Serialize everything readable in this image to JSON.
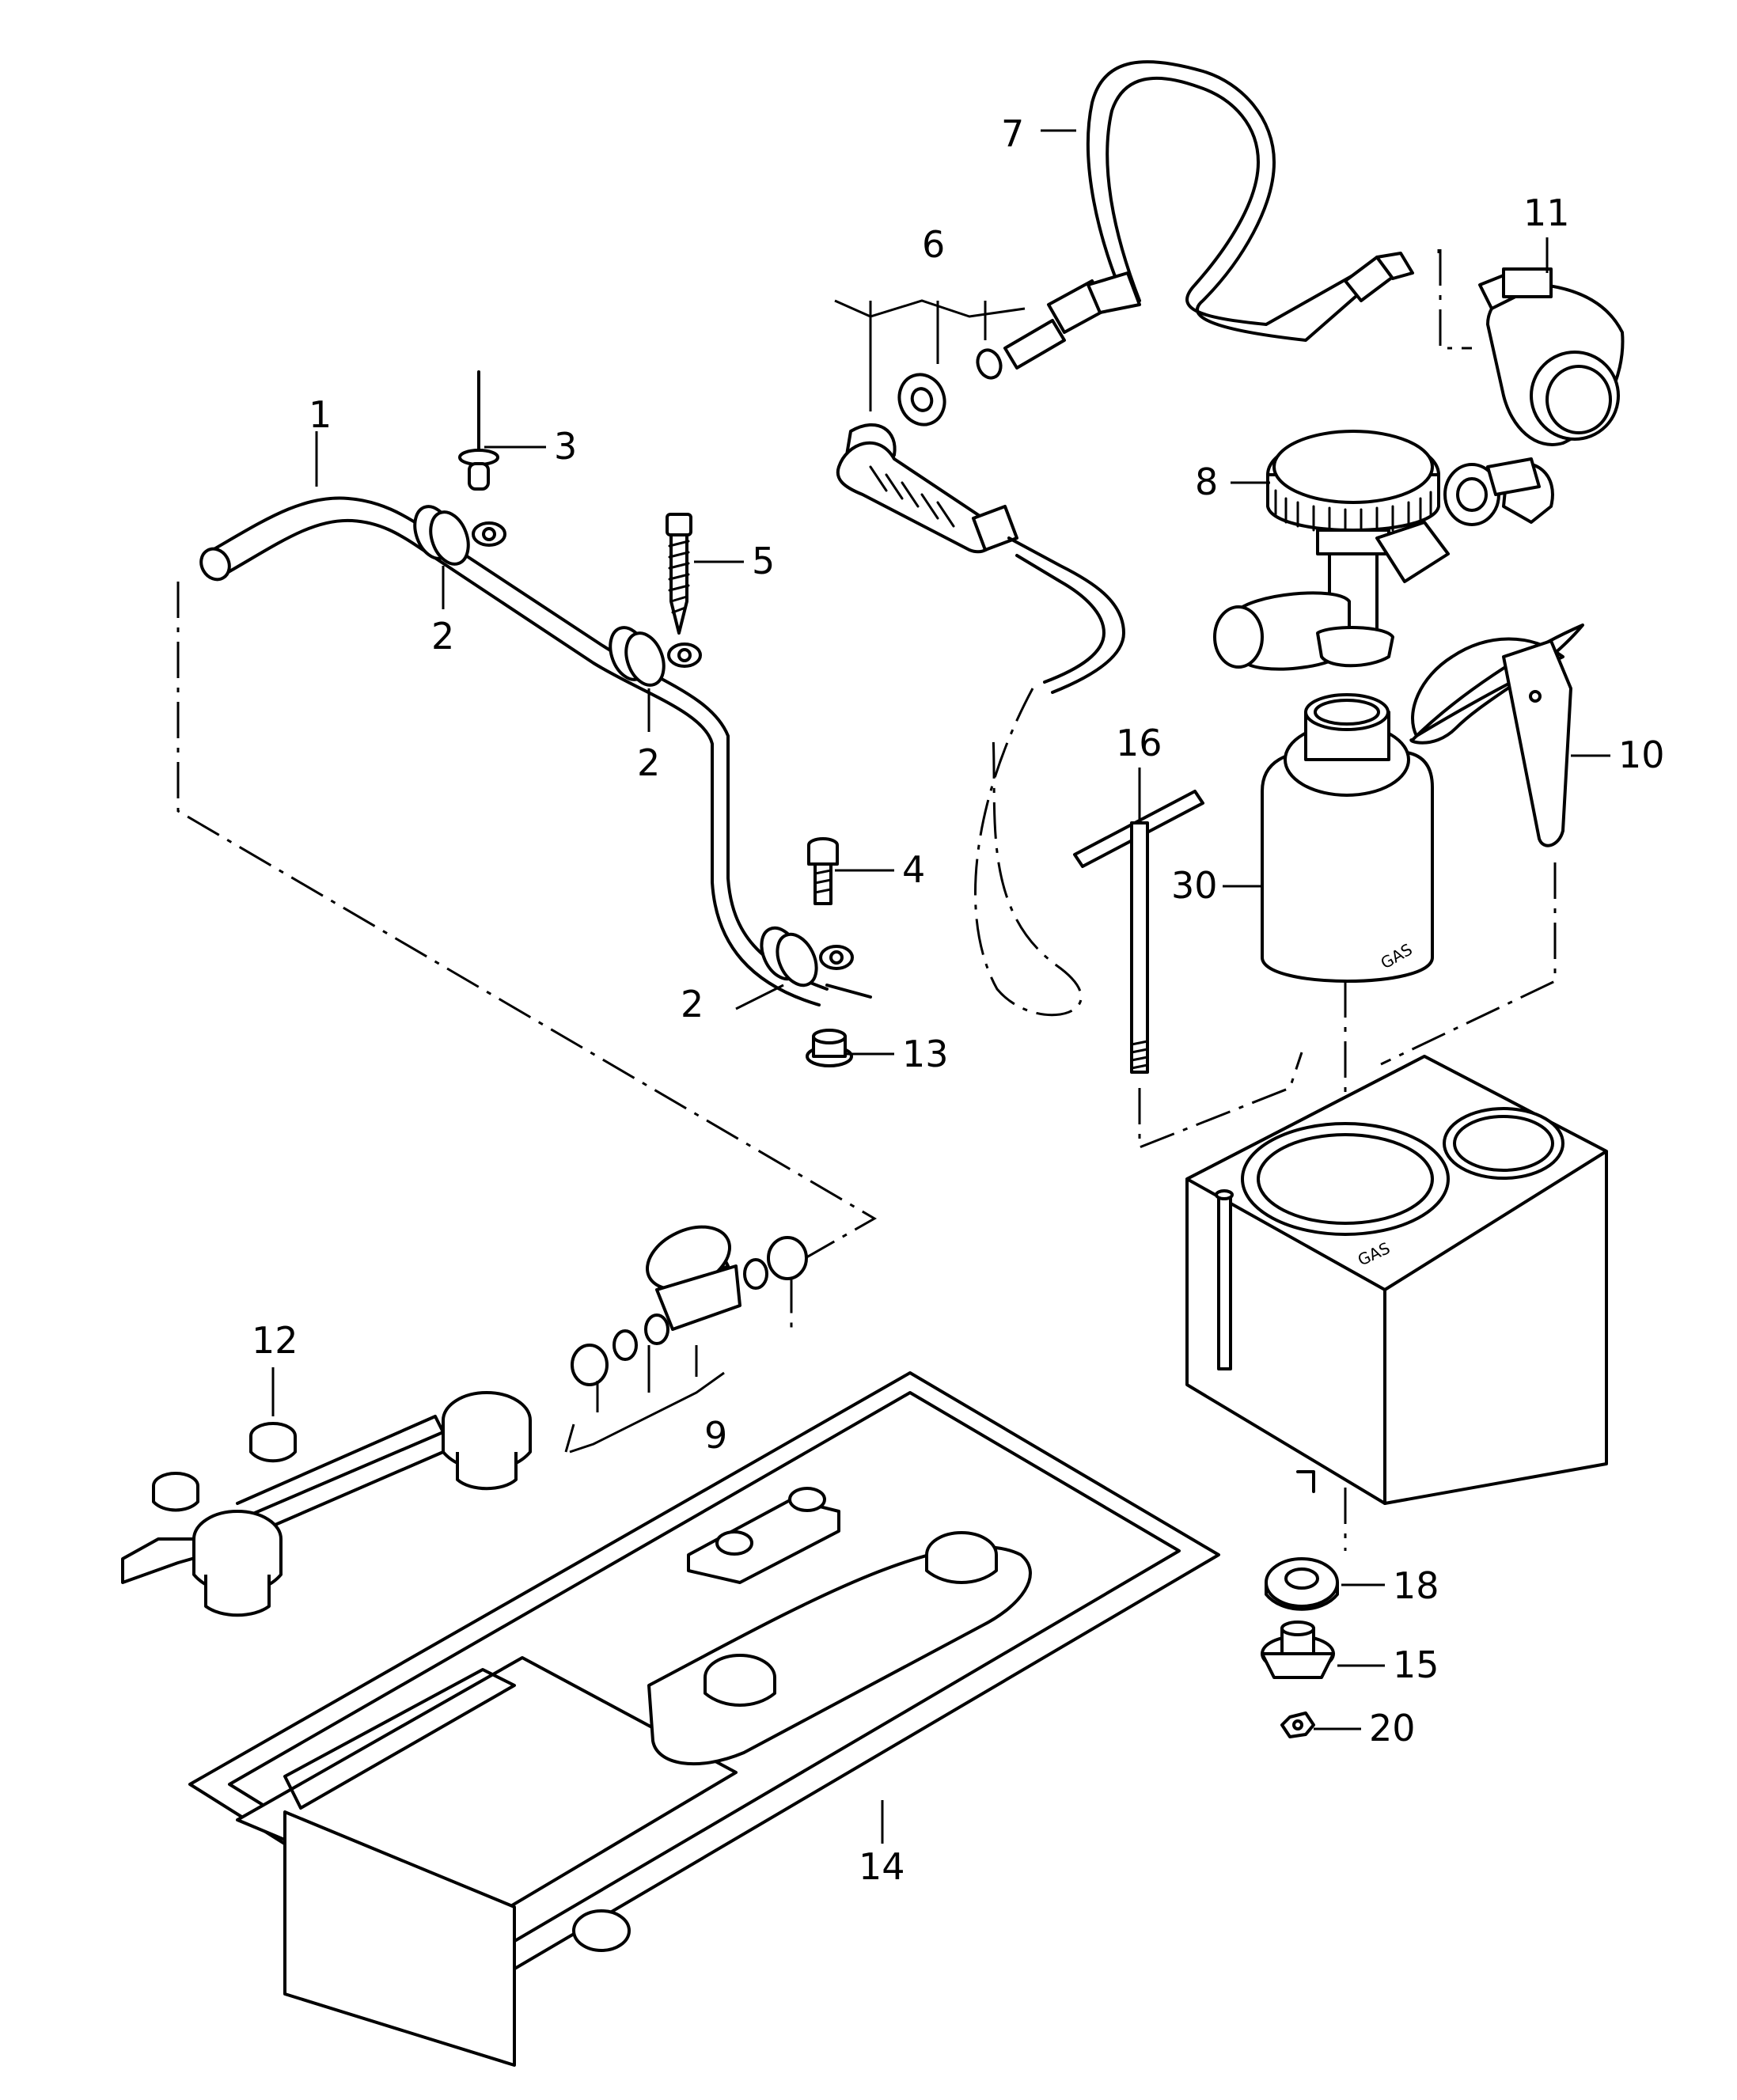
{
  "diagram": {
    "callouts": {
      "c1": "1",
      "c2a": "2",
      "c2b": "2",
      "c2c": "2",
      "c3": "3",
      "c4": "4",
      "c5": "5",
      "c6": "6",
      "c7": "7",
      "c8": "8",
      "c9": "9",
      "c10": "10",
      "c11": "11",
      "c12": "12",
      "c13": "13",
      "c14": "14",
      "c15": "15",
      "c16": "16",
      "c18": "18",
      "c20": "20",
      "c30": "30"
    },
    "stamps": {
      "bottle_gas": "GAS",
      "box_gas": "GAS"
    }
  }
}
